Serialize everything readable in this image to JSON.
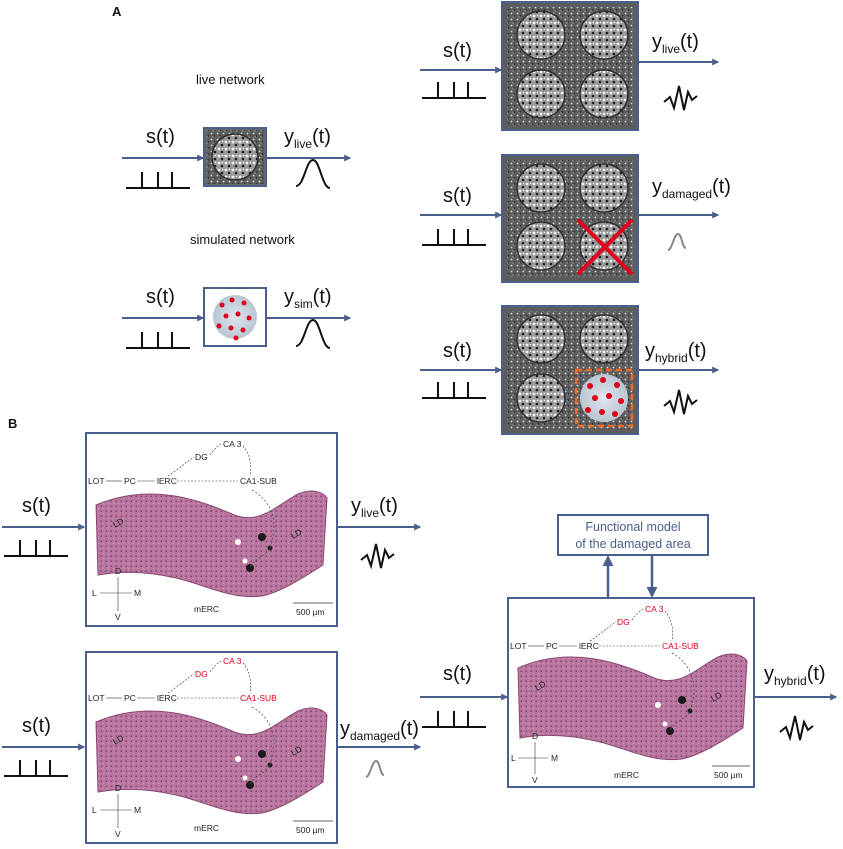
{
  "panels": {
    "a": "A",
    "b": "B"
  },
  "captions": {
    "live": "live network",
    "simulated": "simulated network"
  },
  "signals": {
    "input": "s(t)",
    "y": "y",
    "t": "(t)",
    "live_sub": "live",
    "sim_sub": "sim",
    "damaged_sub": "damaged",
    "hybrid_sub": "hybrid"
  },
  "model_box": {
    "line1": "Functional model",
    "line2": "of the damaged area"
  },
  "circuit": {
    "lot": "LOT",
    "pc": "PC",
    "lerc": "lERC",
    "dg": "DG",
    "ca3": "CA 3",
    "ca1sub": "CA1-SUB",
    "ld": "LD",
    "merc": "mERC",
    "scale": "500 µm",
    "dir_d": "D",
    "dir_v": "V",
    "dir_l": "L",
    "dir_m": "M"
  },
  "colors": {
    "arrow": "#4b5f8f",
    "frame": "#4b5f8f",
    "damage": "#e0001b",
    "tissue": "#b9779f",
    "culture": "#6a6a6a"
  }
}
